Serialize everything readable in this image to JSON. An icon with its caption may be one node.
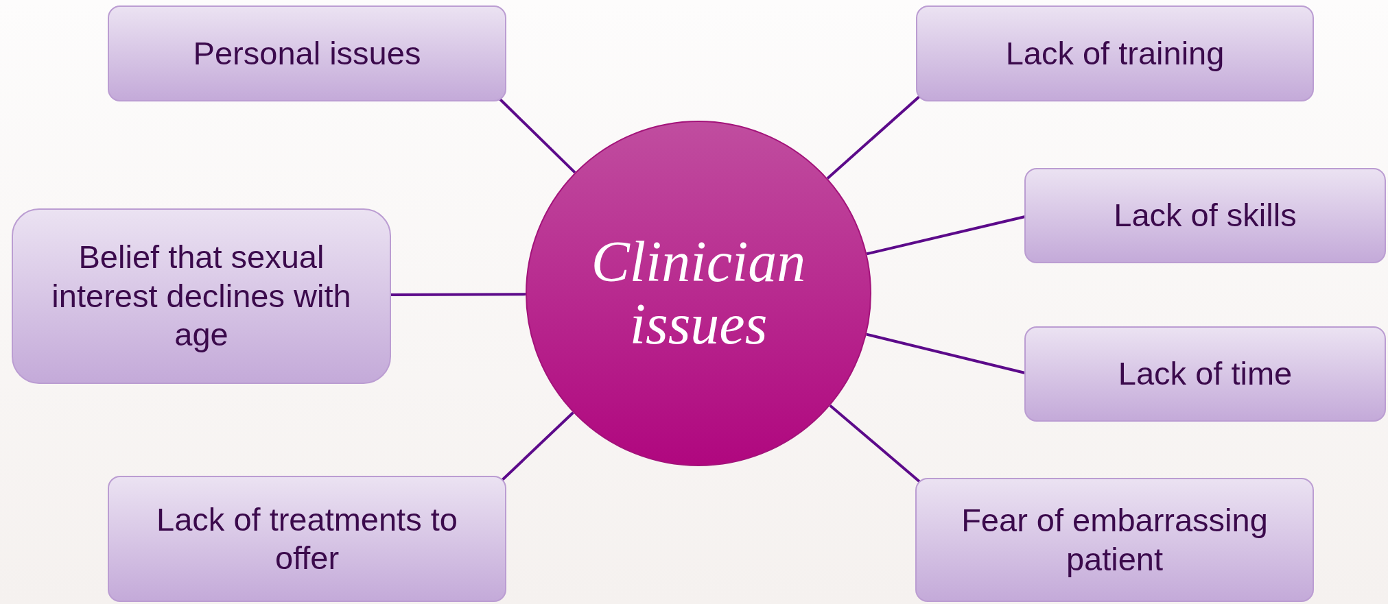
{
  "diagram": {
    "nodes": [
      {
        "text": [
          "Personal issues"
        ]
      },
      {
        "text": [
          "Lack of training"
        ]
      },
      {
        "text": [
          "Belief that sexual interest declines with age"
        ]
      },
      {
        "text": [
          "Clinician issues"
        ]
      },
      {
        "text": [
          "Lack of skills"
        ]
      },
      {
        "text": [
          "Lack of time"
        ]
      },
      {
        "text": [
          "Lack of treatments to offer"
        ]
      },
      {
        "text": [
          "Fear of embarrassing patient"
        ]
      }
    ],
    "edges": [
      {
        "from": 3,
        "to": 0,
        "arrow": "none"
      },
      {
        "from": 3,
        "to": 1,
        "arrow": "none"
      },
      {
        "from": 3,
        "to": 2,
        "arrow": "none"
      },
      {
        "from": 3,
        "to": 4,
        "arrow": "none"
      },
      {
        "from": 3,
        "to": 5,
        "arrow": "none"
      },
      {
        "from": 3,
        "to": 6,
        "arrow": "none"
      },
      {
        "from": 3,
        "to": 7,
        "arrow": "none"
      }
    ]
  }
}
